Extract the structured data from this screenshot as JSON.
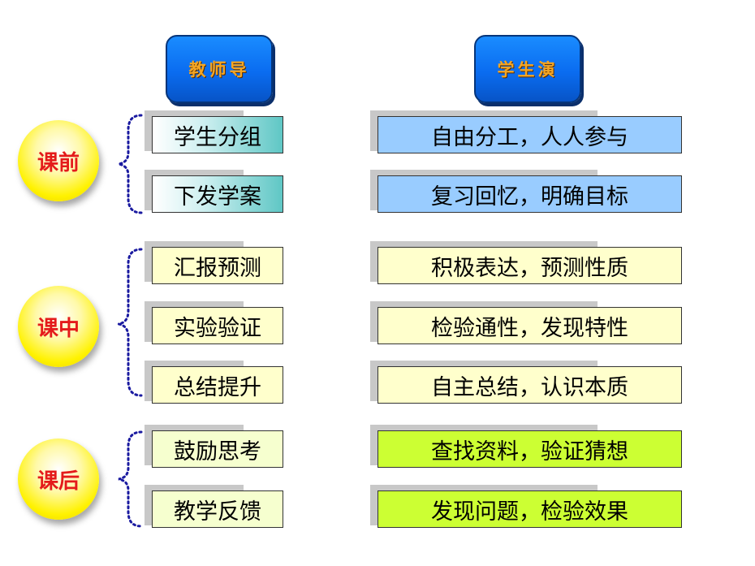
{
  "headers": {
    "teacher": "教师导",
    "student": "学生演"
  },
  "phases": [
    {
      "label": "课前",
      "rows": [
        {
          "teacher": "学生分组",
          "student": "自由分工，人人参与"
        },
        {
          "teacher": "下发学案",
          "student": "复习回忆，明确目标"
        }
      ]
    },
    {
      "label": "课中",
      "rows": [
        {
          "teacher": "汇报预测",
          "student": "积极表达，预测性质"
        },
        {
          "teacher": "实验验证",
          "student": "检验通性，发现特性"
        },
        {
          "teacher": "总结提升",
          "student": "自主总结，认识本质"
        }
      ]
    },
    {
      "label": "课后",
      "rows": [
        {
          "teacher": "鼓励思考",
          "student": "查找资料，验证猜想"
        },
        {
          "teacher": "教学反馈",
          "student": "发现问题，检验效果"
        }
      ]
    }
  ],
  "colors": {
    "header_bg": "#0a6cf0",
    "header_text": "#f5a623",
    "phase_text": "#e41b1b",
    "phase_circle": "#fff200",
    "brace": "#1a1aa0",
    "before_student": "#99ccff",
    "during_student": "#ffffcc",
    "after_student": "#ccff33"
  }
}
